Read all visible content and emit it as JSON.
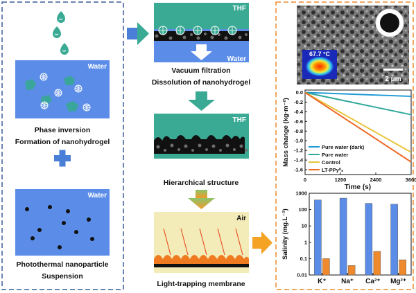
{
  "left_panel": {
    "water_label_top": "Water",
    "caption_1_line1": "Phase inversion",
    "caption_1_line2": "Formation of nanohydrogel",
    "water_label_bottom": "Water",
    "caption_2_line1": "Photothermal nanoparticle",
    "caption_2_line2": "Suspension"
  },
  "middle_panel": {
    "step1_top_label": "THF",
    "step1_bottom_label": "Water",
    "step1_caption_line1": "Vacuum filtration",
    "step1_caption_line2": "Dissolution of nanohydrogel",
    "step2_label": "THF",
    "step2_caption": "Hierarchical structure",
    "step3_label": "Air",
    "step3_caption": "Light-trapping membrane"
  },
  "right_panel": {
    "thermal_label": "67.7 °C",
    "scale_label": "2 μm"
  },
  "colors": {
    "left_border": "#3a5a9a",
    "right_border": "#ee8a2c",
    "water_blue": "#5b8de8",
    "teal": "#3aaa94",
    "orange": "#f28e2b"
  },
  "chart_data": [
    {
      "type": "line",
      "xlabel": "Time (s)",
      "ylabel": "Mass change (kg·m⁻²)",
      "xlim": [
        0,
        3600
      ],
      "ylim": [
        -1.7,
        0.05
      ],
      "x_ticks": [
        "0",
        "1200",
        "2400",
        "3600"
      ],
      "y_ticks": [
        "0.0",
        "-0.2",
        "-0.4",
        "-0.6",
        "-0.8",
        "-1.0",
        "-1.2",
        "-1.4",
        "-1.6"
      ],
      "legend": "bottom-left",
      "series": [
        {
          "name": "Pure water (dark)",
          "color": "#1e9ad6",
          "x": [
            0,
            3600
          ],
          "y": [
            0,
            -0.08
          ]
        },
        {
          "name": "Pure water",
          "color": "#2fa89a",
          "x": [
            0,
            3600
          ],
          "y": [
            0,
            -0.46
          ]
        },
        {
          "name": "Control",
          "color": "#e8c43a",
          "x": [
            0,
            3600
          ],
          "y": [
            0,
            -1.24
          ]
        },
        {
          "name": "LT-PPy⁰₅",
          "color": "#ee6a28",
          "x": [
            0,
            3600
          ],
          "y": [
            0,
            -1.44
          ]
        }
      ]
    },
    {
      "type": "bar",
      "ylabel": "Salinity (mg.L⁻¹)",
      "yscale": "log",
      "ylim": [
        0.01,
        1000
      ],
      "y_ticks": [
        "0.01",
        "0.1",
        "1",
        "10",
        "100",
        "1000"
      ],
      "categories": [
        "K⁺",
        "Na⁺",
        "Ca²⁺",
        "Mg²⁺"
      ],
      "series": [
        {
          "color": "#5b8de8",
          "values": [
            390,
            500,
            240,
            215
          ]
        },
        {
          "color": "#ee8a2c",
          "values": [
            0.1,
            0.038,
            0.28,
            0.085
          ]
        }
      ]
    }
  ]
}
